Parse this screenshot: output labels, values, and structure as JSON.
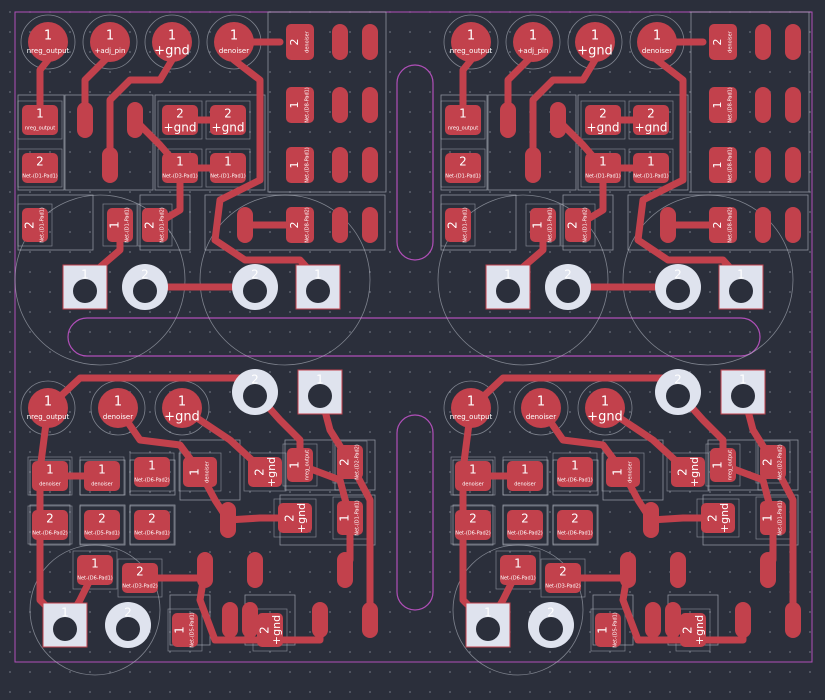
{
  "colors": {
    "background": "#2b2f3b",
    "copper": "#c2414c",
    "pad_silk": "#dfe3ee",
    "outline": "#b04fb8",
    "silk": "#b8bcc6",
    "grid_dot": "#6a6f7c"
  },
  "quadrants": [
    {
      "id": "top-left",
      "circle_pads": [
        {
          "num": "1",
          "net": "nreg_output"
        },
        {
          "num": "1",
          "net": "+adj_pin"
        },
        {
          "num": "1",
          "net": "+gnd"
        },
        {
          "num": "1",
          "net": "denoiser"
        }
      ],
      "pads": [
        {
          "num": "1",
          "net": "nreg_output"
        },
        {
          "num": "2",
          "net": "Net-(D1-Pad1)"
        },
        {
          "num": "2",
          "net": "+gnd"
        },
        {
          "num": "2",
          "net": "+gnd"
        },
        {
          "num": "1",
          "net": "Net-(D3-Pad1)"
        },
        {
          "num": "1",
          "net": "Net-(D1-Pad1)"
        },
        {
          "num": "2",
          "net": "Net-(D1-Pad1)"
        },
        {
          "num": "1",
          "net": "Net-(D1-Pad1)"
        },
        {
          "num": "2",
          "net": "Net-(D1-Pad2)"
        }
      ],
      "column_pads": [
        {
          "num": "2",
          "net": "denoiser"
        },
        {
          "num": "1",
          "net": "Net-(D8-Pad1)"
        },
        {
          "num": "1",
          "net": "Net-(D8-Pad1)"
        },
        {
          "num": "2",
          "net": "Net-(D8-Pad2)"
        }
      ],
      "big_pads": [
        {
          "num": "1"
        },
        {
          "num": "2"
        },
        {
          "num": "2"
        },
        {
          "num": "1"
        }
      ]
    },
    {
      "id": "top-right",
      "circle_pads": [
        {
          "num": "1",
          "net": "nreg_output"
        },
        {
          "num": "1",
          "net": "+adj_pin"
        },
        {
          "num": "1",
          "net": "+gnd"
        },
        {
          "num": "1",
          "net": "denoiser"
        }
      ],
      "pads": [
        {
          "num": "1",
          "net": "nreg_output"
        },
        {
          "num": "2",
          "net": "Net-(D1-Pad1)"
        },
        {
          "num": "2",
          "net": "+gnd"
        },
        {
          "num": "2",
          "net": "+gnd"
        },
        {
          "num": "1",
          "net": "Net-(D1-Pad1)"
        },
        {
          "num": "1",
          "net": "Net-(D1-Pad1)"
        },
        {
          "num": "2",
          "net": "Net-(D1-Pad1)"
        },
        {
          "num": "1",
          "net": "Net-(D1-Pad1)"
        },
        {
          "num": "2",
          "net": "Net-(D1-Pad2)"
        }
      ],
      "column_pads": [
        {
          "num": "2",
          "net": "denoiser"
        },
        {
          "num": "1",
          "net": "Net-(D8-Pad1)"
        },
        {
          "num": "1",
          "net": "Net-(D8-Pad1)"
        },
        {
          "num": "2",
          "net": "Net-(D8-Pad2)"
        }
      ],
      "big_pads": [
        {
          "num": "1"
        },
        {
          "num": "2"
        },
        {
          "num": "2"
        },
        {
          "num": "1"
        }
      ]
    },
    {
      "id": "bottom-left",
      "circle_pads": [
        {
          "num": "1",
          "net": "nreg_output"
        },
        {
          "num": "1",
          "net": "denoiser"
        },
        {
          "num": "1",
          "net": "+gnd"
        }
      ],
      "pads": [
        {
          "num": "1",
          "net": "denoiser"
        },
        {
          "num": "1",
          "net": "denoiser"
        },
        {
          "num": "1",
          "net": "Net-(D6-Pad2)"
        },
        {
          "num": "2",
          "net": "Net-(D6-Pad2)"
        },
        {
          "num": "2",
          "net": "Net-(D5-Pad1)"
        },
        {
          "num": "2",
          "net": "Net-(D6-Pad1)"
        },
        {
          "num": "1",
          "net": "Net-(D6-Pad1)"
        },
        {
          "num": "2",
          "net": "Net-(D3-Pad2)"
        },
        {
          "num": "1",
          "net": "denoiser"
        },
        {
          "num": "2",
          "net": "+gnd"
        },
        {
          "num": "1",
          "net": "nreg_output"
        },
        {
          "num": "2",
          "net": "Net-(D2-Pad2)"
        },
        {
          "num": "2",
          "net": "+gnd"
        },
        {
          "num": "1",
          "net": "Net-(D1-Pad1)"
        },
        {
          "num": "1",
          "net": "Net-(D5-Pad1)"
        },
        {
          "num": "2",
          "net": "+gnd"
        }
      ],
      "big_pads": [
        {
          "num": "2"
        },
        {
          "num": "1"
        },
        {
          "num": "1"
        },
        {
          "num": "2"
        }
      ]
    },
    {
      "id": "bottom-right",
      "circle_pads": [
        {
          "num": "1",
          "net": "nreg_output"
        },
        {
          "num": "1",
          "net": "denoiser"
        },
        {
          "num": "1",
          "net": "+gnd"
        }
      ],
      "pads": [
        {
          "num": "1",
          "net": "denoiser"
        },
        {
          "num": "1",
          "net": "denoiser"
        },
        {
          "num": "1",
          "net": "Net-(D6-Pad1)"
        },
        {
          "num": "2",
          "net": "Net-(D6-Pad2)"
        },
        {
          "num": "2",
          "net": "Net-(D6-Pad2)"
        },
        {
          "num": "2",
          "net": "Net-(D6-Pad1)"
        },
        {
          "num": "1",
          "net": "Net-(D6-Pad1)"
        },
        {
          "num": "2",
          "net": "Net-(D3-Pad2)"
        },
        {
          "num": "1",
          "net": "denoiser"
        },
        {
          "num": "2",
          "net": "+gnd"
        },
        {
          "num": "1",
          "net": "nreg_output"
        },
        {
          "num": "2",
          "net": "Net-(D2-Pad2)"
        },
        {
          "num": "2",
          "net": "+gnd"
        },
        {
          "num": "1",
          "net": "Net-(D1-Pad1)"
        },
        {
          "num": "1",
          "net": "Net-(D5-Pad1)"
        },
        {
          "num": "2",
          "net": "+gnd"
        }
      ],
      "big_pads": [
        {
          "num": "2"
        },
        {
          "num": "1"
        },
        {
          "num": "1"
        },
        {
          "num": "2"
        }
      ]
    }
  ]
}
